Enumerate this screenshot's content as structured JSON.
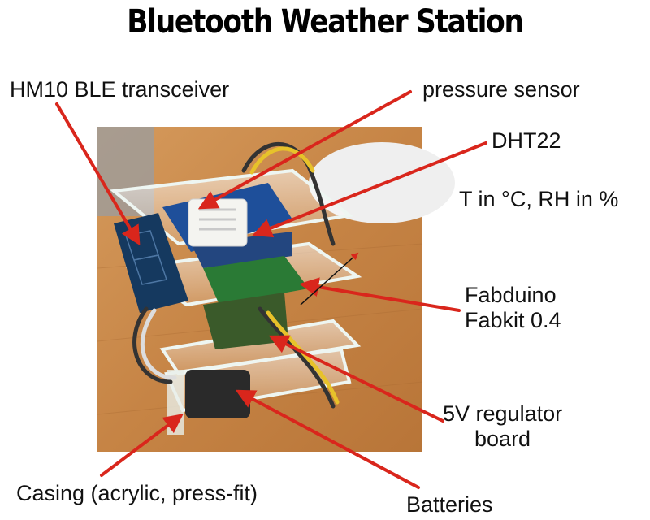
{
  "title": "Bluetooth Weather Station",
  "labels": {
    "hm10": "HM10 BLE transceiver",
    "pressure": "pressure sensor",
    "dht22": "DHT22",
    "t_rh": "T in °C, RH in %",
    "fabduino_line1": "Fabduino",
    "fabduino_line2": "Fabkit 0.4",
    "regulator_line1": "5V regulator",
    "regulator_line2": "board",
    "casing": "Casing (acrylic, press-fit)",
    "batteries": "Batteries"
  },
  "colors": {
    "arrow": "#d9261c",
    "table": "#c98a4e",
    "acrylic_edge": "#eaf3f0",
    "pcb_blue": "#1e4f9a",
    "sensor_white": "#f4f4f0"
  }
}
